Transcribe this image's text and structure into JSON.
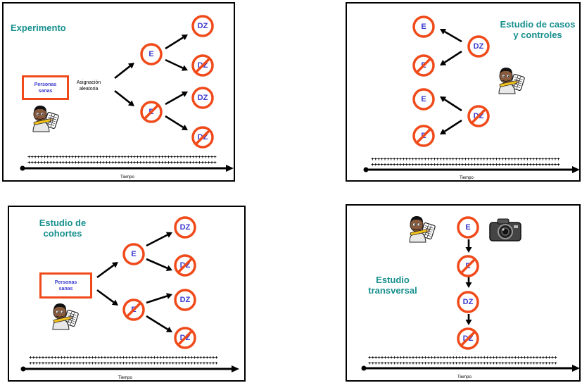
{
  "panels": {
    "experimento": {
      "title": [
        "Experimento"
      ],
      "box_label": [
        "Personas",
        "sanas"
      ],
      "assignment_label": [
        "Asignación",
        "aleatoria"
      ],
      "time_label": "Tiempo"
    },
    "casos_controles": {
      "title": [
        "Estudio de casos",
        "y controles"
      ],
      "time_label": "Tiempo"
    },
    "cohortes": {
      "title": [
        "Estudio de",
        "cohortes"
      ],
      "box_label": [
        "Personas",
        "sanas"
      ],
      "time_label": "Tiempo"
    },
    "transversal": {
      "title": [
        "Estudio",
        "transversal"
      ],
      "time_label": "Tiempo"
    }
  },
  "node_labels": {
    "exposure": "E",
    "disease": "DZ"
  },
  "plus_row": "+++++++++++++++++++++++++++++++++++++++++++++++++++++++++++++",
  "colors": {
    "circle": "#f04a1a",
    "label": "#3a3ad0",
    "title": "#17908e"
  },
  "icons": [
    "person-writing-icon",
    "camera-icon",
    "time-arrow-icon"
  ]
}
